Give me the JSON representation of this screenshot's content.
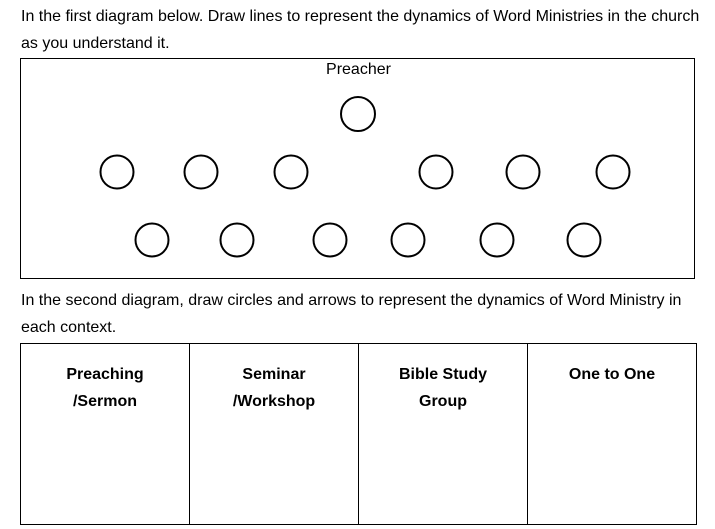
{
  "instructions": {
    "first": "In the first diagram below. Draw lines to represent the dynamics of Word Ministries in the church as you understand it.",
    "second": "In the second diagram, draw circles and arrows to represent the dynamics of Word Ministry in each context."
  },
  "diagram1": {
    "preacher_label": "Preacher"
  },
  "contexts": [
    {
      "label": "Preaching\n/Sermon"
    },
    {
      "label": "Seminar\n/Workshop"
    },
    {
      "label": "Bible Study\nGroup"
    },
    {
      "label": "One to One"
    }
  ]
}
